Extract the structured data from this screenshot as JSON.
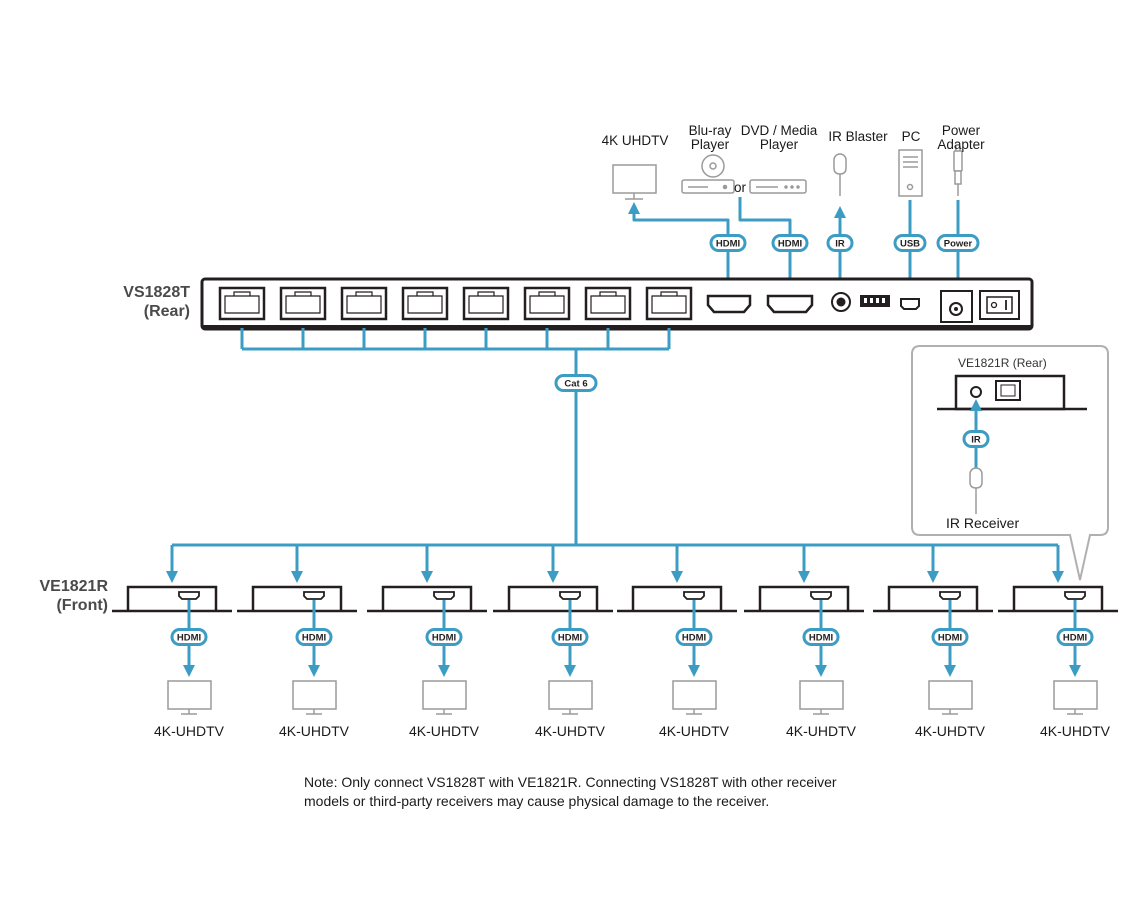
{
  "transmitter": {
    "name": "VS1828T",
    "side": "(Rear)"
  },
  "receiver": {
    "name": "VE1821R",
    "side": "(Front)"
  },
  "sources": [
    {
      "id": "tv",
      "label_lines": [
        "4K UHDTV"
      ],
      "icon": "monitor-icon"
    },
    {
      "id": "bluray",
      "label_lines": [
        "Blu-ray",
        "Player"
      ],
      "icon": "bluray-player-icon"
    },
    {
      "id": "dvd",
      "label_lines": [
        "DVD / Media",
        "Player"
      ],
      "icon": "media-player-icon"
    },
    {
      "id": "ir-blaster",
      "label_lines": [
        "IR Blaster"
      ],
      "icon": "ir-blaster-icon"
    },
    {
      "id": "pc",
      "label_lines": [
        "PC"
      ],
      "icon": "pc-tower-icon"
    },
    {
      "id": "power",
      "label_lines": [
        "Power",
        "Adapter"
      ],
      "icon": "power-plug-icon"
    }
  ],
  "or_text": "or",
  "cable_badges": {
    "hdmi": "HDMI",
    "ir": "IR",
    "usb": "USB",
    "power": "Power",
    "cat6": "Cat 6"
  },
  "receiver_outputs": [
    {
      "tv_label": "4K-UHDTV"
    },
    {
      "tv_label": "4K-UHDTV"
    },
    {
      "tv_label": "4K-UHDTV"
    },
    {
      "tv_label": "4K-UHDTV"
    },
    {
      "tv_label": "4K-UHDTV"
    },
    {
      "tv_label": "4K-UHDTV"
    },
    {
      "tv_label": "4K-UHDTV"
    },
    {
      "tv_label": "4K-UHDTV"
    }
  ],
  "callout": {
    "title": "VE1821R (Rear)",
    "ir_label": "IR",
    "receiver_label": "IR Receiver"
  },
  "note_lines": [
    "Note: Only connect VS1828T with VE1821R. Connecting VS1828T with other receiver",
    "models or third-party receivers may cause physical damage to the receiver."
  ],
  "colors": {
    "cable": "#3d9cc4",
    "device": "#231f20",
    "icon": "#9a9a9a",
    "callout_border": "#b0b0b0"
  }
}
